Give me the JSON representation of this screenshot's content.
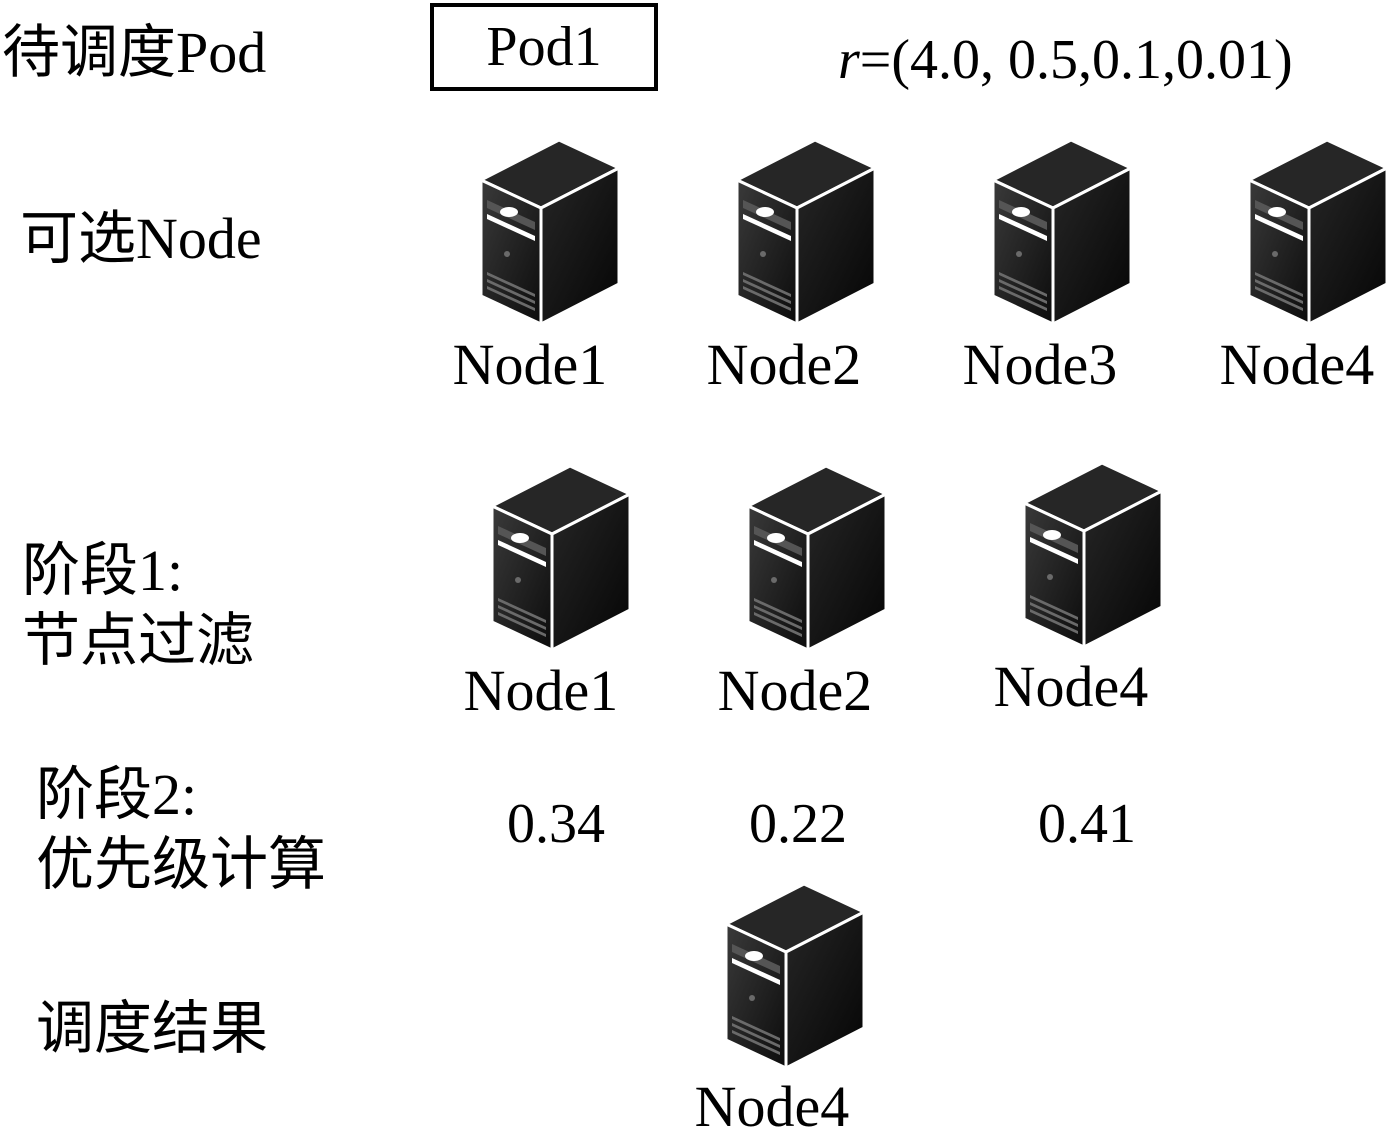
{
  "pending_pod": {
    "label": "待调度Pod",
    "pod_name": "Pod1",
    "formula_var": "r",
    "formula_rest": "=(4.0, 0.5,0.1,0.01)"
  },
  "candidates": {
    "label": "可选Node",
    "nodes": [
      "Node1",
      "Node2",
      "Node3",
      "Node4"
    ]
  },
  "stage1": {
    "label_line1": "阶段1:",
    "label_line2": "节点过滤",
    "nodes": [
      "Node1",
      "Node2",
      "Node4"
    ]
  },
  "stage2": {
    "label_line1": "阶段2:",
    "label_line2": "优先级计算",
    "scores": [
      "0.34",
      "0.22",
      "0.41"
    ]
  },
  "result": {
    "label": "调度结果",
    "node": "Node4"
  },
  "icons": {
    "server": "server-tower-icon"
  }
}
